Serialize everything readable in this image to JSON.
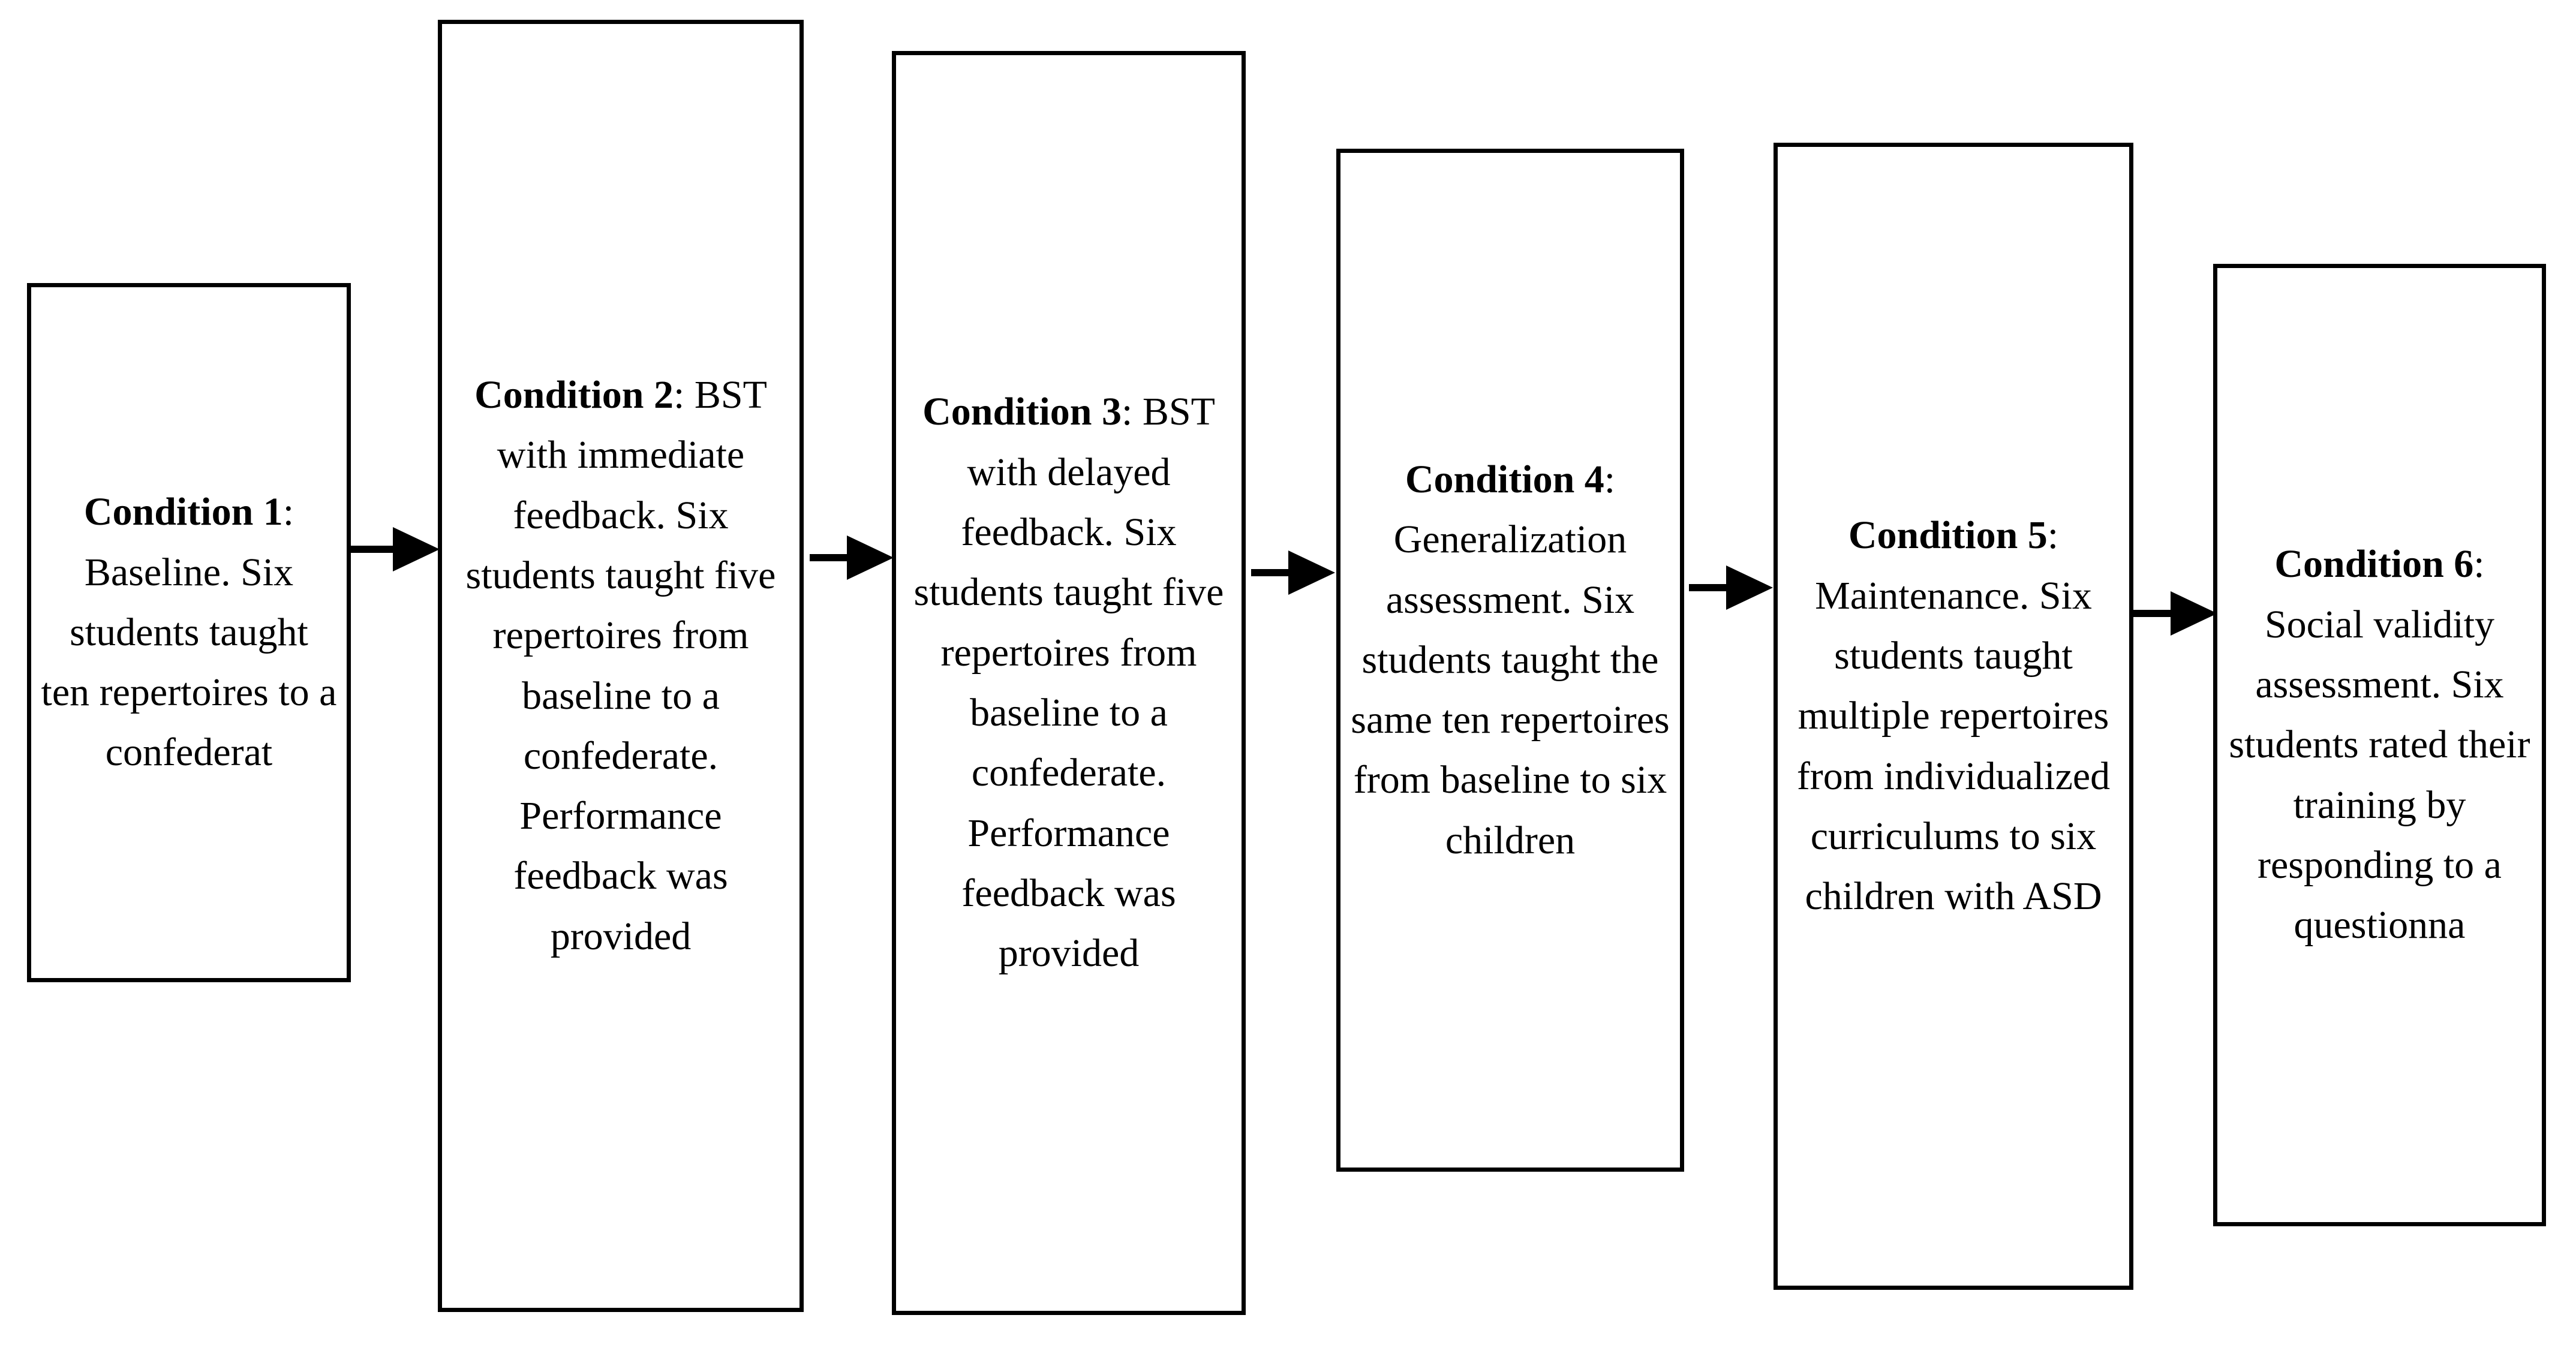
{
  "figure": {
    "type": "flowchart",
    "orientation": "left-to-right",
    "node_count": 6,
    "connector_count": 5,
    "line_color": "#000000",
    "fill_color": "#ffffff",
    "text_color": "#000000"
  },
  "nodes": [
    {
      "id": "condition-1",
      "label_bold": "Condition 1",
      "label_rest": ": Baseline. Six students taught ten repertoires to a confederat",
      "full_text": "Condition 1: Baseline. Six students taught ten repertoires to a confederat",
      "lines": [
        "Condition",
        "1: Baseline.",
        "Six",
        "students",
        "taught ten",
        "repertoires",
        "to a",
        "confederat"
      ]
    },
    {
      "id": "condition-2",
      "label_bold": "Condition 2",
      "label_rest": ": BST with immediate feedback. Six students taught five repertoires from baseline to a confederate. Performance feedback was provided",
      "full_text": "Condition 2: BST with immediate feedback. Six students taught five repertoires from baseline to a confederate. Performance feedback was provided",
      "lines": [
        "Condition 2:",
        "BST with",
        "immediate",
        "feedback.",
        "Six students",
        "taught five",
        "repertoires",
        "from",
        "baseline to a",
        "confederate.",
        "Performance",
        "feedback",
        "was",
        "provided"
      ]
    },
    {
      "id": "condition-3",
      "label_bold": "Condition 3",
      "label_rest": ": BST with delayed feedback. Six students taught five repertoires from baseline to a confederate. Performance feedback was provided",
      "full_text": "Condition 3: BST with delayed feedback. Six students taught five repertoires from baseline to a confederate. Performance feedback was provided",
      "lines": [
        "Condition",
        "3: BST with",
        "delayed",
        "feedback.",
        "Six students",
        "taught five",
        "repertoires",
        "from",
        "baseline to a",
        "confederate.",
        "Performanc",
        "e feedback",
        "was",
        "provided"
      ]
    },
    {
      "id": "condition-4",
      "label_bold": "Condition 4",
      "label_rest": ": Generalization assessment. Six students taught the same ten repertoires from baseline to six children",
      "full_text": "Condition 4: Generalization assessment. Six students taught the same ten repertoires from baseline to six children",
      "lines": [
        "Condition",
        "4:",
        "Generalizati",
        "on",
        "assessment.",
        "Six students",
        "taught the",
        "same ten",
        "repertoires",
        "from",
        "baseline to",
        "six children"
      ]
    },
    {
      "id": "condition-5",
      "label_bold": "Condition 5",
      "label_rest": ": Maintenance. Six students taught multiple repertoires from individualized curriculums to six children with ASD",
      "full_text": "Condition 5: Maintenance. Six students taught multiple repertoires from individualized curriculums to six children with ASD",
      "lines": [
        "Condition 5:",
        "Maintenance",
        ". Six",
        "students",
        "taught",
        "multiple",
        "repertoires",
        "from",
        "individualiz",
        "ed",
        "curriculums",
        "to six",
        "children",
        "with ASD"
      ]
    },
    {
      "id": "condition-6",
      "label_bold": "Condition 6",
      "label_rest": ": Social validity assessment. Six students rated their training by responding to a questionna",
      "full_text": "Condition 6: Social validity assessment. Six students rated their training by responding to a questionna",
      "lines": [
        "Condition",
        "6: Social",
        "validity",
        "assessment",
        ". Six",
        "students",
        "rated their",
        "training by",
        "responding",
        "to a",
        "questionna"
      ]
    }
  ],
  "connectors": [
    {
      "id": "arrow-1-to-2",
      "from": "condition-1",
      "to": "condition-2"
    },
    {
      "id": "arrow-2-to-3",
      "from": "condition-2",
      "to": "condition-3"
    },
    {
      "id": "arrow-3-to-4",
      "from": "condition-3",
      "to": "condition-4"
    },
    {
      "id": "arrow-4-to-5",
      "from": "condition-4",
      "to": "condition-5"
    },
    {
      "id": "arrow-5-to-6",
      "from": "condition-5",
      "to": "condition-6"
    }
  ]
}
